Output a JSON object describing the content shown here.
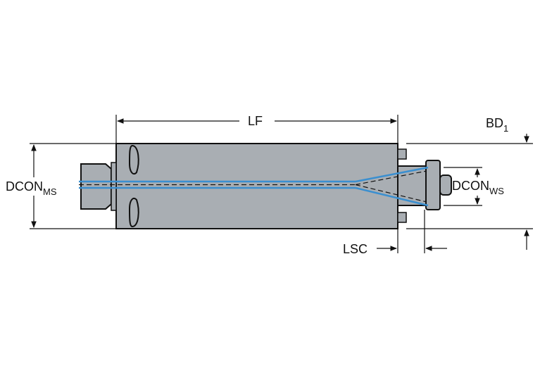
{
  "labels": {
    "lf": "LF",
    "bd": "BD",
    "bd_sub": "1",
    "dcon": "DCON",
    "dcon_ms_sub": "MS",
    "dcon_ws_sub": "WS",
    "lsc": "LSC"
  },
  "colors": {
    "body_fill": "#a9aeb3",
    "line": "#111111",
    "coolant": "#3a8fd0",
    "background": "#ffffff"
  }
}
